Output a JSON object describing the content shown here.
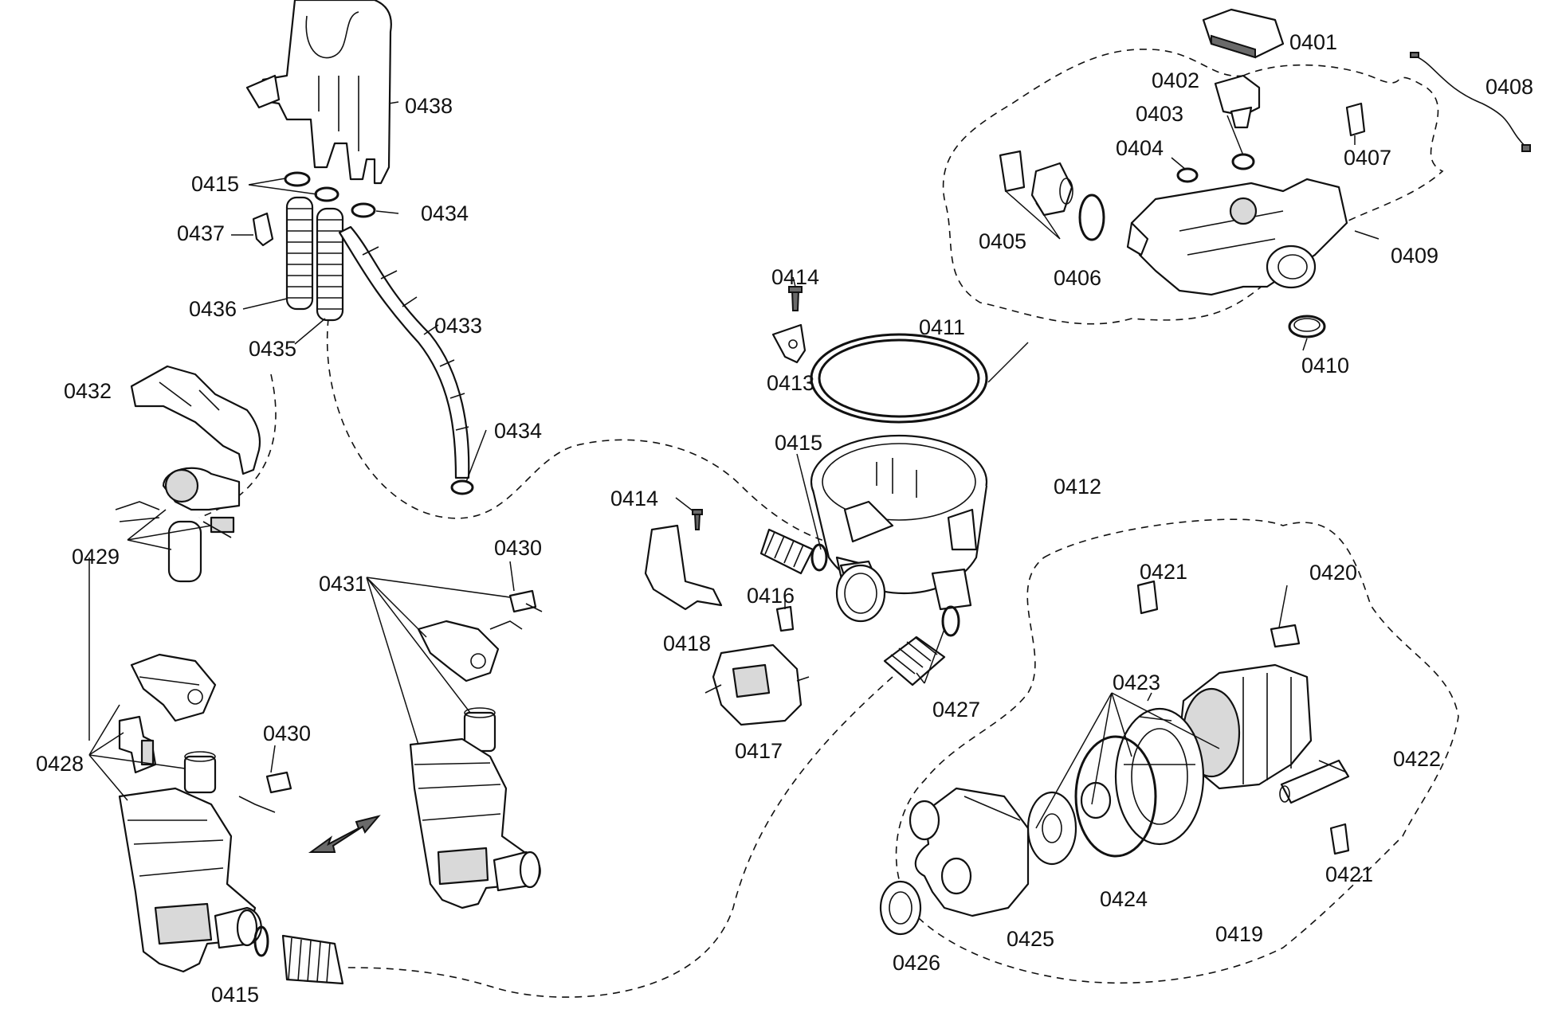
{
  "labels": {
    "p0401": "0401",
    "p0402": "0402",
    "p0403": "0403",
    "p0404": "0404",
    "p0405": "0405",
    "p0406": "0406",
    "p0407": "0407",
    "p0408": "0408",
    "p0409": "0409",
    "p0410": "0410",
    "p0411": "0411",
    "p0412": "0412",
    "p0413": "0413",
    "p0414": "0414",
    "p0415": "0415",
    "p0416": "0416",
    "p0417": "0417",
    "p0418": "0418",
    "p0419": "0419",
    "p0420": "0420",
    "p0421": "0421",
    "p0422": "0422",
    "p0423": "0423",
    "p0424": "0424",
    "p0425": "0425",
    "p0426": "0426",
    "p0427": "0427",
    "p0428": "0428",
    "p0429": "0429",
    "p0430": "0430",
    "p0431": "0431",
    "p0432": "0432",
    "p0433": "0433",
    "p0434": "0434",
    "p0435": "0435",
    "p0436": "0436",
    "p0437": "0437",
    "p0438": "0438"
  }
}
